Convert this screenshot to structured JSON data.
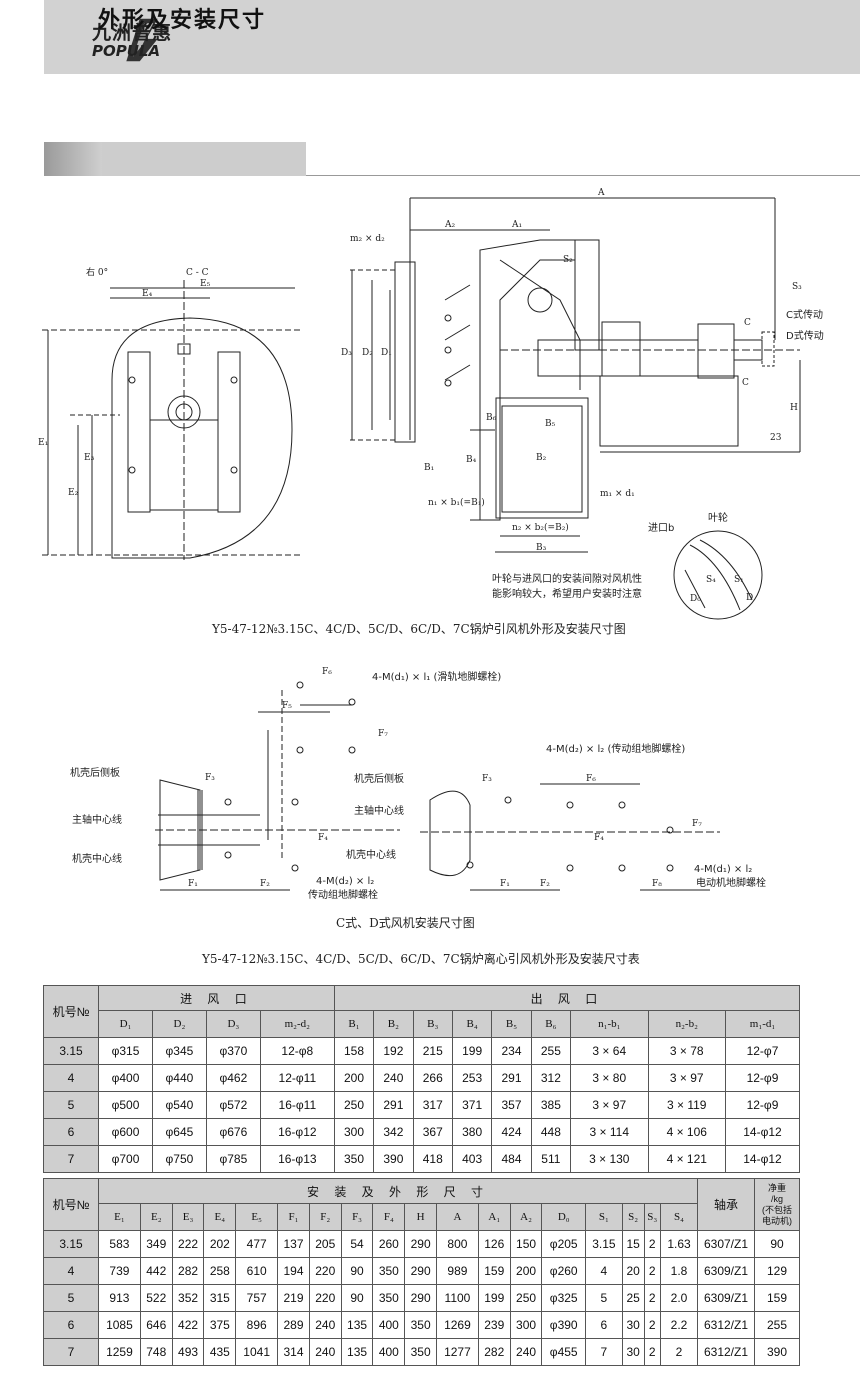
{
  "brand": {
    "name_cn": "九洲普惠",
    "name_en": "POPULA"
  },
  "section_title": "外形及安装尺寸",
  "figure1": {
    "caption": "Y5-47-12№3.15C、4C/D、5C/D、6C/D、7C锅炉引风机外形及安装尺寸图",
    "note": [
      "叶轮与进风口的安装间隙对风机性",
      "能影响较大，希望用户安装时注意"
    ],
    "labels": {
      "right0": "右 0°",
      "cc": "C - C",
      "e4": "E₄",
      "e5": "E₅",
      "e1": "E₁",
      "e3": "E₃",
      "e2": "E₂",
      "a": "A",
      "a2": "A₂",
      "a1": "A₁",
      "m2d2": "m₂ × d₂",
      "s2": "S₂",
      "s3": "S₃",
      "c_drive": "C式传动",
      "d_drive": "D式传动",
      "c_top": "C",
      "c_bot": "C",
      "h": "H",
      "dim23": "23",
      "d3": "D₃",
      "d2": "D₂",
      "d1": "D₁",
      "b1": "B₁",
      "b6": "B₆",
      "b4": "B₄",
      "b2": "B₂",
      "b5": "B₅",
      "b3": "B₃",
      "n1b1": "n₁ × b₁(=B₁)",
      "n2b2": "n₂ × b₂(=B₂)",
      "m1d1": "m₁ × d₁",
      "inlet": "进口b",
      "impeller": "叶轮",
      "d0": "D₀",
      "s4": "S₄",
      "s1": "S₁",
      "dd": "D"
    }
  },
  "figure2": {
    "caption": "C式、D式风机安装尺寸图",
    "labels": {
      "f6a": "F₆",
      "f5": "F₅",
      "f7a": "F₇",
      "f3a": "F₃",
      "f4a": "F₄",
      "f1a": "F₁",
      "f2a": "F₂",
      "slide_bolt": "4-M(d₁) × l₁ (滑轨地脚螺栓)",
      "drive_bolt_a": "4-M(d₂) × l₂",
      "drive_bolt_a2": "传动组地脚螺栓",
      "rear_a": "机壳后侧板",
      "shaft_a": "主轴中心线",
      "casing_a": "机壳中心线",
      "drive_bolt_b": "4-M(d₂) × l₂ (传动组地脚螺栓)",
      "rear_b": "机壳后侧板",
      "shaft_b": "主轴中心线",
      "casing_b": "机壳中心线",
      "f3b": "F₃",
      "f6b": "F₆",
      "f4b": "F₄",
      "f7b": "F₇",
      "f1b": "F₁",
      "f2b": "F₂",
      "f8": "F₈",
      "motor_bolt": "4-M(d₁) × l₂",
      "motor_bolt2": "电动机地脚螺栓"
    }
  },
  "table_title": "Y5-47-12№3.15C、4C/D、5C/D、6C/D、7C锅炉离心引风机外形及安装尺寸表",
  "table1": {
    "rowhead": "机号№",
    "group_inlet": "进 风 口",
    "group_outlet": "出 风 口",
    "cols": [
      "D₁",
      "D₂",
      "D₃",
      "m₂-d₂",
      "B₁",
      "B₂",
      "B₃",
      "B₄",
      "B₅",
      "B₆",
      "n₁-b₁",
      "n₂-b₂",
      "m₁-d₁"
    ],
    "rows": [
      [
        "3.15",
        "φ315",
        "φ345",
        "φ370",
        "12-φ8",
        "158",
        "192",
        "215",
        "199",
        "234",
        "255",
        "3 × 64",
        "3 × 78",
        "12-φ7"
      ],
      [
        "4",
        "φ400",
        "φ440",
        "φ462",
        "12-φ11",
        "200",
        "240",
        "266",
        "253",
        "291",
        "312",
        "3 × 80",
        "3 × 97",
        "12-φ9"
      ],
      [
        "5",
        "φ500",
        "φ540",
        "φ572",
        "16-φ11",
        "250",
        "291",
        "317",
        "371",
        "357",
        "385",
        "3 × 97",
        "3 × 119",
        "12-φ9"
      ],
      [
        "6",
        "φ600",
        "φ645",
        "φ676",
        "16-φ12",
        "300",
        "342",
        "367",
        "380",
        "424",
        "448",
        "3 × 114",
        "4 × 106",
        "14-φ12"
      ],
      [
        "7",
        "φ700",
        "φ750",
        "φ785",
        "16-φ13",
        "350",
        "390",
        "418",
        "403",
        "484",
        "511",
        "3 × 130",
        "4 × 121",
        "14-φ12"
      ]
    ]
  },
  "table2": {
    "rowhead": "机号№",
    "group": "安 装 及 外 形 尺 寸",
    "bearing": "轴承",
    "weight": [
      "净重",
      "/kg",
      "(不包括",
      "电动机)"
    ],
    "cols": [
      "E₁",
      "E₂",
      "E₃",
      "E₄",
      "E₅",
      "F₁",
      "F₂",
      "F₃",
      "F₄",
      "H",
      "A",
      "A₁",
      "A₂",
      "D₀",
      "S₁",
      "S₂",
      "S₃",
      "S₄"
    ],
    "rows": [
      [
        "3.15",
        "583",
        "349",
        "222",
        "202",
        "477",
        "137",
        "205",
        "54",
        "260",
        "290",
        "800",
        "126",
        "150",
        "φ205",
        "3.15",
        "15",
        "2",
        "1.63",
        "6307/Z1",
        "90"
      ],
      [
        "4",
        "739",
        "442",
        "282",
        "258",
        "610",
        "194",
        "220",
        "90",
        "350",
        "290",
        "989",
        "159",
        "200",
        "φ260",
        "4",
        "20",
        "2",
        "1.8",
        "6309/Z1",
        "129"
      ],
      [
        "5",
        "913",
        "522",
        "352",
        "315",
        "757",
        "219",
        "220",
        "90",
        "350",
        "290",
        "1100",
        "199",
        "250",
        "φ325",
        "5",
        "25",
        "2",
        "2.0",
        "6309/Z1",
        "159"
      ],
      [
        "6",
        "1085",
        "646",
        "422",
        "375",
        "896",
        "289",
        "240",
        "135",
        "400",
        "350",
        "1269",
        "239",
        "300",
        "φ390",
        "6",
        "30",
        "2",
        "2.2",
        "6312/Z1",
        "255"
      ],
      [
        "7",
        "1259",
        "748",
        "493",
        "435",
        "1041",
        "314",
        "240",
        "135",
        "400",
        "350",
        "1277",
        "282",
        "240",
        "φ455",
        "7",
        "30",
        "2",
        "2",
        "6312/Z1",
        "390"
      ]
    ]
  }
}
